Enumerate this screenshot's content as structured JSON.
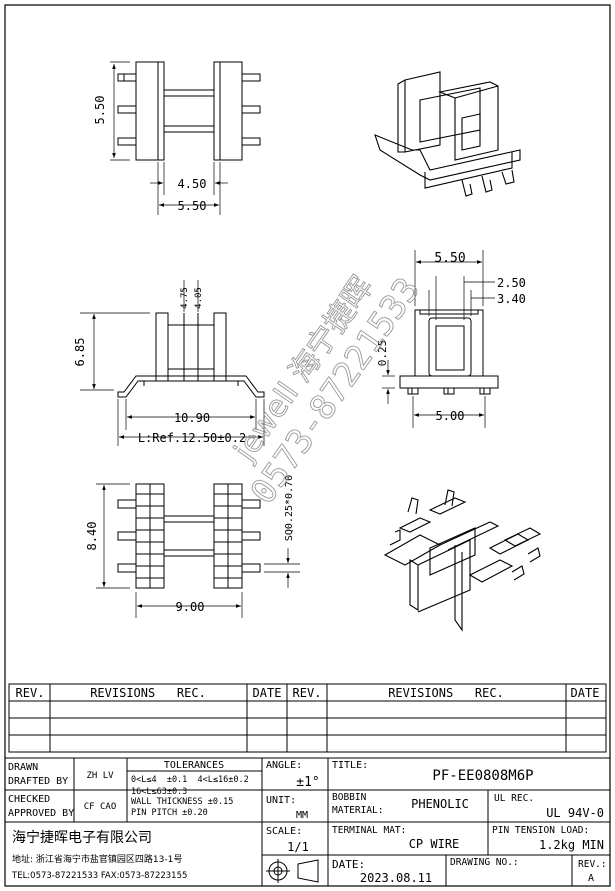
{
  "dimensions": {
    "top_left_height": "5.50",
    "top_left_inner_width": "4.50",
    "top_left_outer_width": "5.50",
    "side_top_width": "5.50",
    "side_window_width": "2.50",
    "side_inner_width": "3.40",
    "side_height": "0.25",
    "side_pin_span": "5.00",
    "front_dim_a": "4.75",
    "front_dim_b": "4.05",
    "front_height": "6.85",
    "front_base_width": "10.90",
    "front_pin_length": "L:Ref.12.50±0.2",
    "bottom_height": "8.40",
    "bottom_width": "9.00",
    "pin_square": "SQ0.25*0.70"
  },
  "watermark": {
    "line1": "jewell 海宁捷晖",
    "line2": "0573-87221533"
  },
  "revisions": {
    "rev_label": "REV.",
    "revisions_label": "REVISIONS   REC.",
    "date_label": "DATE"
  },
  "title_block": {
    "drawn_label": "DRAWN",
    "drafted_by_label": "DRAFTED BY",
    "drafted_by": "ZH LV",
    "checked_label": "CHECKED",
    "approved_by_label": "APPROVED BY",
    "approved_by": "CF CAO",
    "tolerances_label": "TOLERANCES",
    "tol_line1": "0<L≤4  ±0.1  4<L≤16±0.2",
    "tol_line2": "16<L≤63±0.3",
    "tol_line3": "WALL THICKNESS ±0.15",
    "tol_line4": "PIN PITCH ±0.20",
    "angle_label": "ANGLE:",
    "angle_value": "±1°",
    "unit_label": "UNIT:",
    "unit_value": "MM",
    "scale_label": "SCALE:",
    "scale_value": "1/1",
    "title_label": "TITLE:",
    "title_value": "PF-EE0808M6P",
    "bobbin_label1": "BOBBIN",
    "bobbin_label2": "MATERIAL:",
    "bobbin_value": "PHENOLIC",
    "ul_label": "UL REC.",
    "ul_value": "UL 94V-0",
    "terminal_label": "TERMINAL MAT:",
    "terminal_value": "CP WIRE",
    "tension_label": "PIN TENSION LOAD:",
    "tension_value": "1.2kg MIN",
    "date_label": "DATE:",
    "date_value": "2023.08.11",
    "drawing_no_label": "DRAWING NO.:",
    "rev_label": "REV.:",
    "rev_value": "A",
    "company_name": "海宁捷晖电子有限公司",
    "address": "地址: 浙江省海宁市盐官镇园区四路13-1号",
    "contact": "TEL:0573-87221533 FAX:0573-87223155"
  }
}
